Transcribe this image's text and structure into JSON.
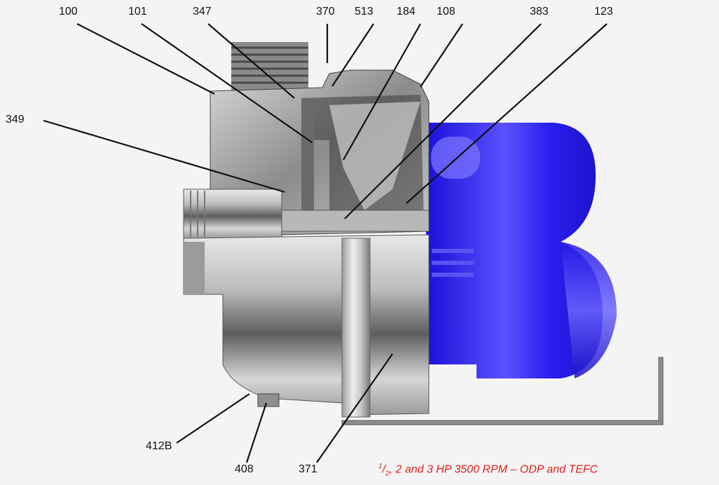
{
  "callouts": {
    "c100": "100",
    "c101": "101",
    "c347": "347",
    "c370": "370",
    "c513": "513",
    "c184": "184",
    "c108": "108",
    "c383": "383",
    "c123": "123",
    "c349": "349",
    "c412b": "412B",
    "c408": "408",
    "c371": "371"
  },
  "caption": {
    "frac_num": "1",
    "frac_den": "2",
    "text": ", 2 and 3 HP 3500 RPM – ODP and TEFC"
  },
  "colors": {
    "motor": "#2a1ff0",
    "caption": "#e0201a",
    "leader": "#111111"
  }
}
